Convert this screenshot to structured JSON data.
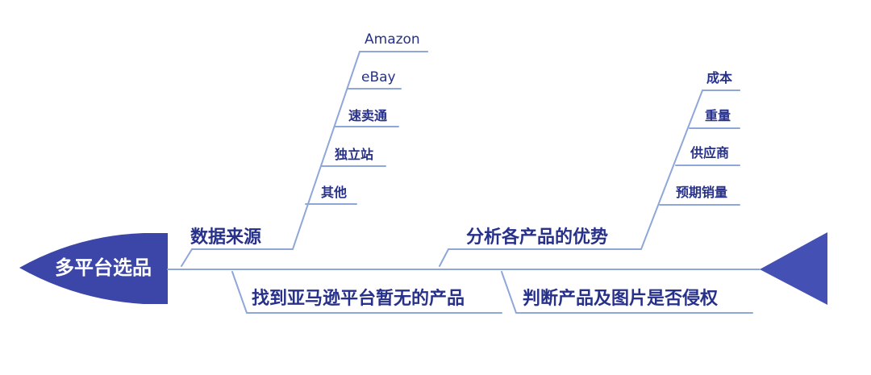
{
  "colors": {
    "head_fill": "#3b46a8",
    "tail_fill": "#4550b4",
    "line": "#8fa7d8",
    "text": "#27318a",
    "head_text": "#ffffff"
  },
  "head": {
    "label": "多平台选品"
  },
  "branches": {
    "data_source": {
      "label": "数据来源",
      "items": [
        "Amazon",
        "eBay",
        "速卖通",
        "独立站",
        "其他"
      ]
    },
    "find_product": {
      "label": "找到亚马逊平台暂无的产品"
    },
    "analyze": {
      "label": "分析各产品的优势",
      "items": [
        "成本",
        "重量",
        "供应商",
        "预期销量"
      ]
    },
    "infringe": {
      "label": "判断产品及图片是否侵权"
    }
  }
}
